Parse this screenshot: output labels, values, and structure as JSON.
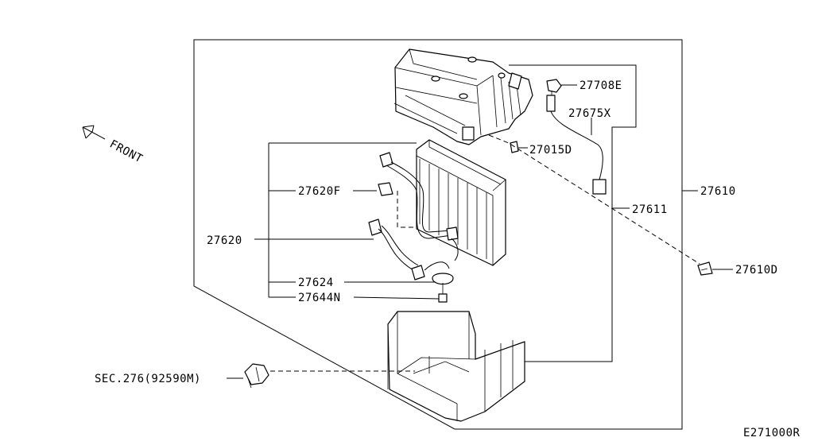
{
  "diagram": {
    "front_label": "FRONT",
    "sec_label": "SEC.276(92590M)",
    "ref_code": "E271000R",
    "parts": {
      "p27708E": "27708E",
      "p27675X": "27675X",
      "p27015D": "27015D",
      "p27620F": "27620F",
      "p27620": "27620",
      "p27611": "27611",
      "p27610": "27610",
      "p27610D": "27610D",
      "p27624": "27624",
      "p27644N": "27644N"
    }
  }
}
